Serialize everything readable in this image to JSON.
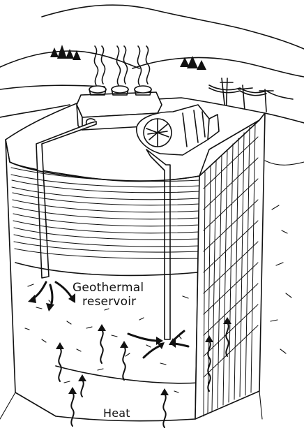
{
  "labels": {
    "reservoir_line1": "Geothermal",
    "reservoir_line2": "reservoir",
    "heat": "Heat"
  },
  "colors": {
    "ink": "#111111",
    "paper": "#ffffff"
  }
}
